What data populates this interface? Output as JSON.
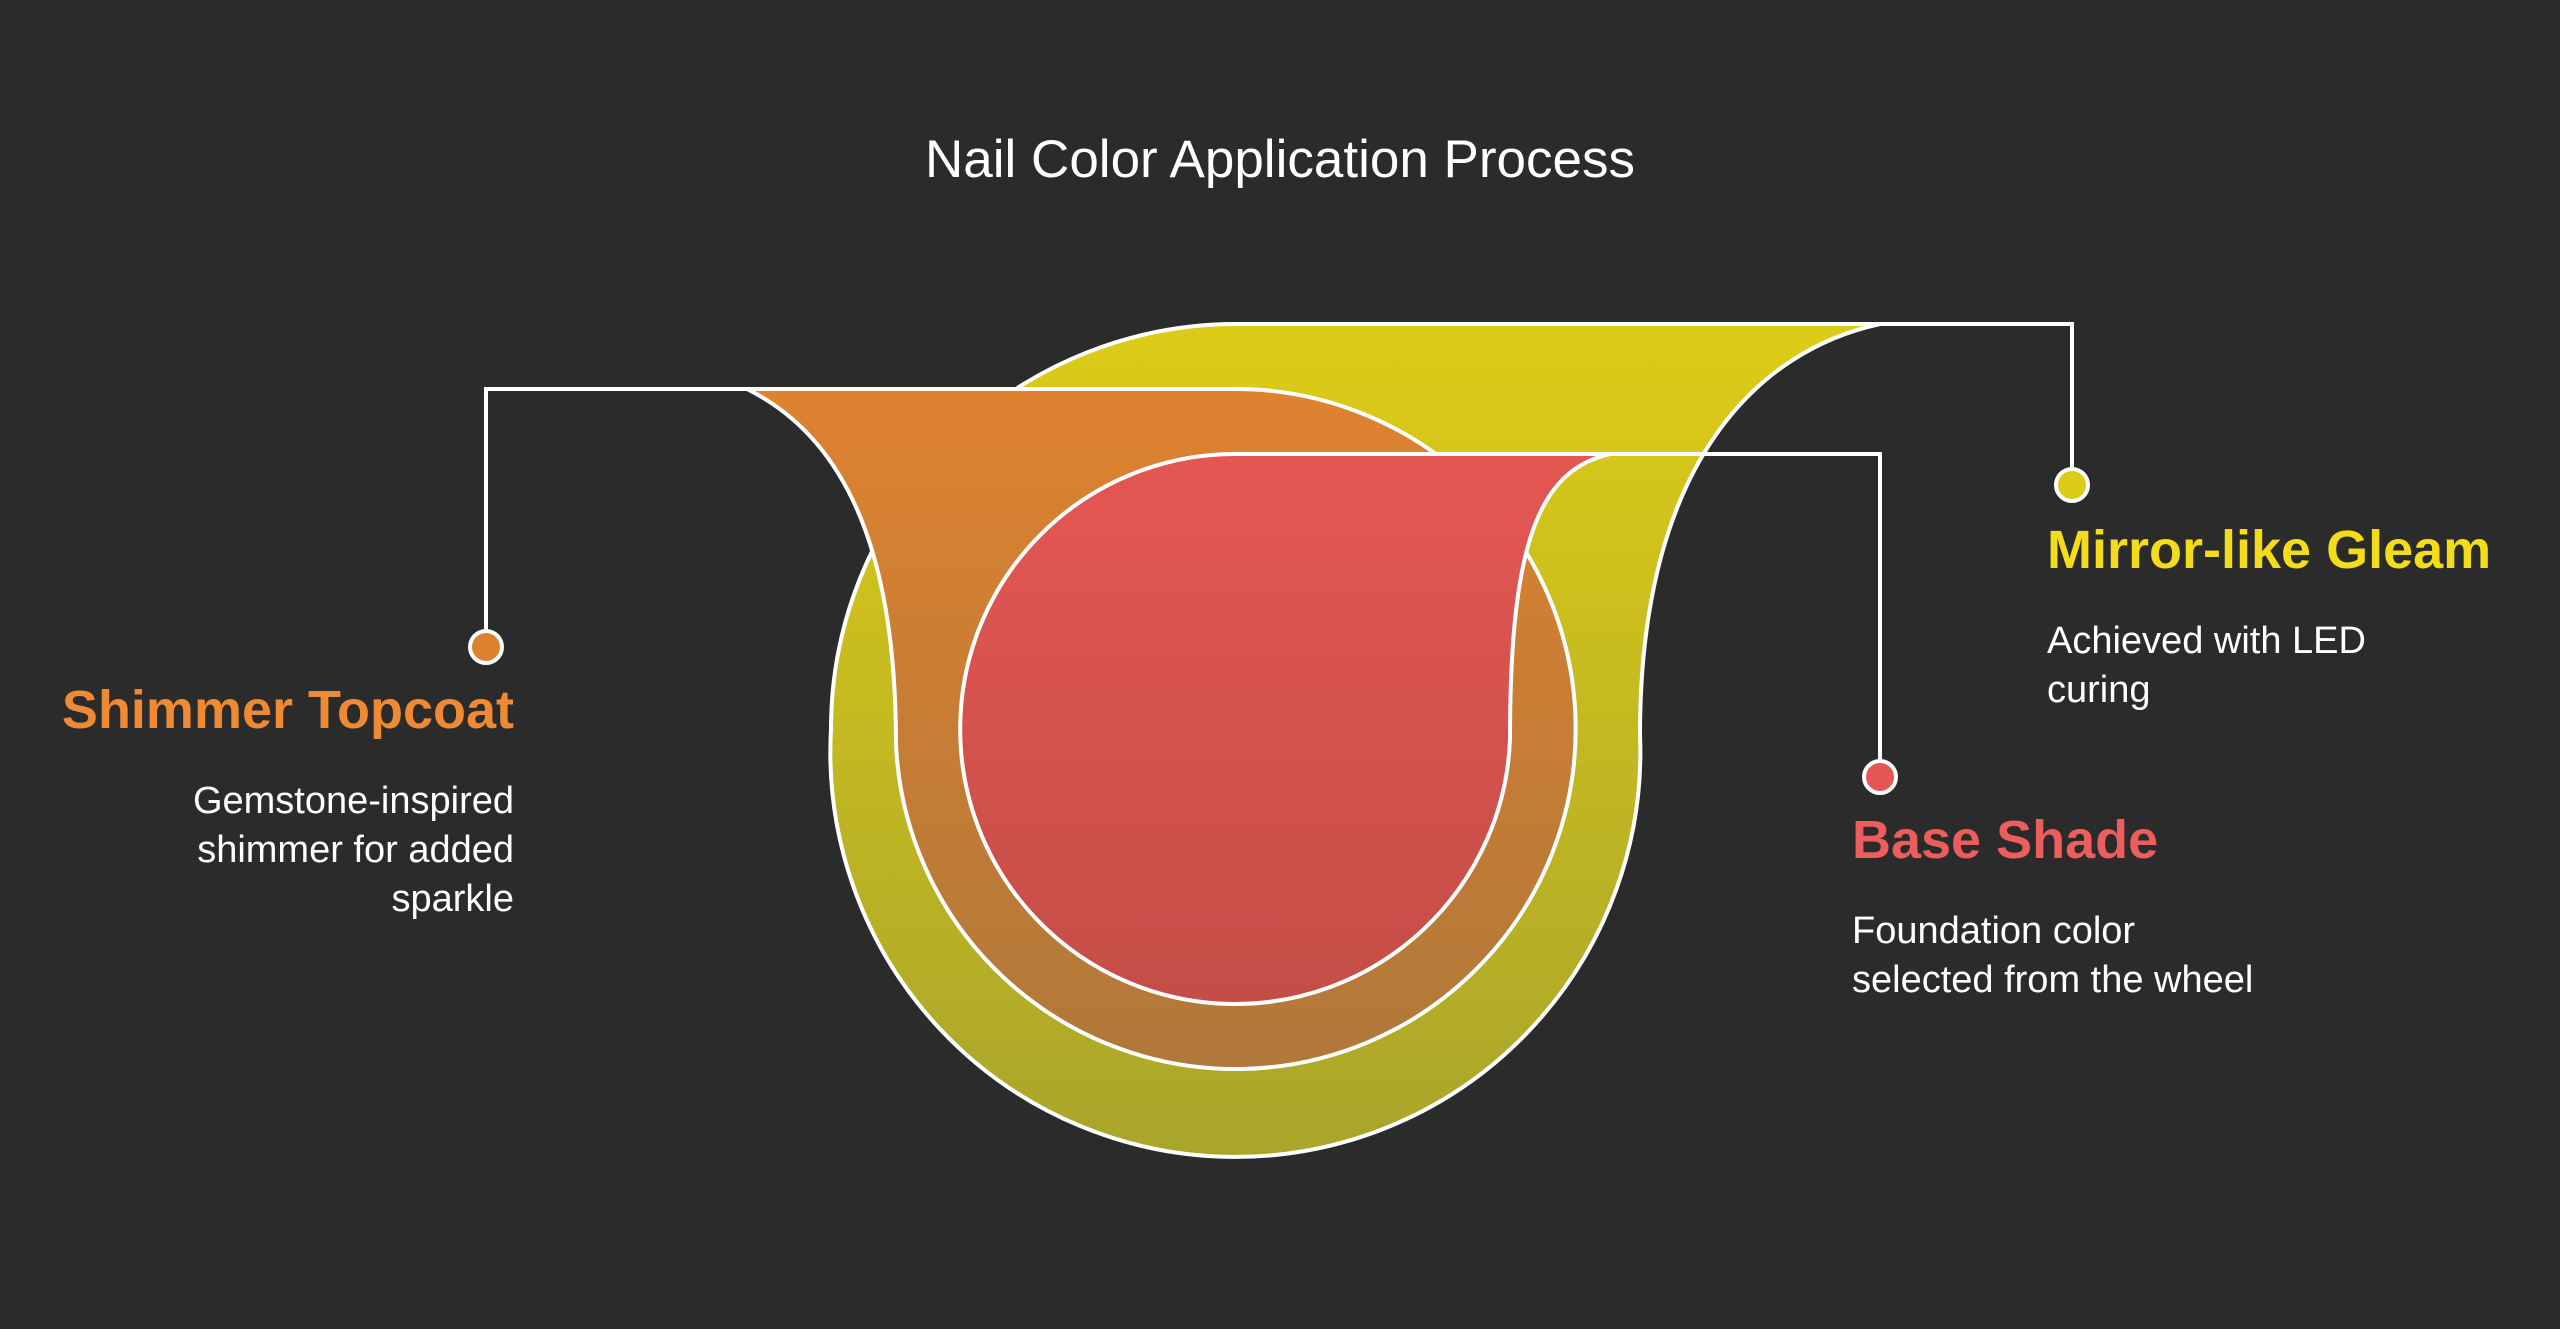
{
  "title": "Nail Color Application Process",
  "layers": [
    {
      "id": "mirror",
      "heading": "Mirror-like Gleam",
      "description_lines": [
        "Achieved with LED",
        "curing"
      ],
      "color": "#f2dc1c",
      "fill_top": "#ddcc17",
      "fill_bottom": "#a9a52b"
    },
    {
      "id": "shimmer",
      "heading": "Shimmer Topcoat",
      "description_lines": [
        "Gemstone-inspired",
        "shimmer for added",
        "sparkle"
      ],
      "color": "#ee8a33",
      "fill_top": "#de8230",
      "fill_bottom": "#b0783a"
    },
    {
      "id": "base",
      "heading": "Base Shade",
      "description_lines": [
        "Foundation color",
        "selected from the wheel"
      ],
      "color": "#ec5e5e",
      "fill_top": "#e45753",
      "fill_bottom": "#c54d47"
    }
  ],
  "colors": {
    "background": "#2b2b2b",
    "outline": "#ffffff",
    "text": "#ffffff"
  }
}
